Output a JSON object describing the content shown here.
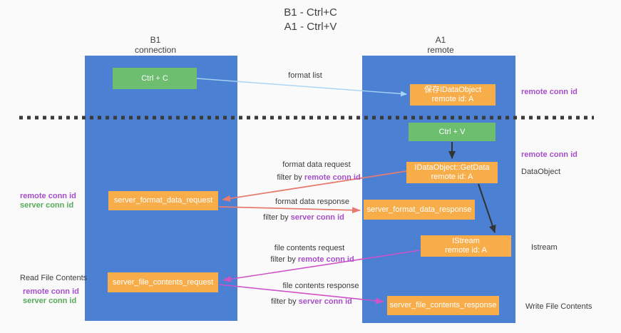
{
  "title": {
    "line1": "B1 - Ctrl+C",
    "line2": "A1 - Ctrl+V"
  },
  "lifelines": {
    "left": {
      "title": "B1",
      "subtitle": "connection"
    },
    "right": {
      "title": "A1",
      "subtitle": "remote"
    }
  },
  "nodes": {
    "ctrl_c": {
      "label": "Ctrl + C"
    },
    "ctrl_v": {
      "label": "Ctrl + V"
    },
    "save_idataobject": {
      "line1": "保存IDataObject",
      "line2": "remote id: A"
    },
    "idataobject_getdata": {
      "line1": "IDataObject::GetData",
      "line2": "remote id: A"
    },
    "istream": {
      "line1": "IStream",
      "line2": "remote id: A"
    },
    "server_format_data_request": {
      "label": "server_format_data_request"
    },
    "server_format_data_response": {
      "label": "server_format_data_response"
    },
    "server_file_contents_request": {
      "label": "server_file_contents_request"
    },
    "server_file_contents_response": {
      "label": "server_file_contents_response"
    }
  },
  "labels": {
    "format_list": "format list",
    "remote_conn_id": "remote conn id",
    "server_conn_id": "server conn id",
    "dataobject": "DataObject",
    "istream": "Istream",
    "write_file_contents": "Write File Contents",
    "read_file_contents": "Read File Contents",
    "format_data_request": "format data request",
    "format_data_response": "format data response",
    "file_contents_request": "file contents request",
    "file_contents_response": "file contents response",
    "filter_by": "filter by"
  },
  "colors": {
    "lifeline_blue": "#4c80d3",
    "node_orange": "#f8ad4b",
    "node_green": "#6dbe6f",
    "arrow_red": "#e77c6e",
    "arrow_magenta": "#cf52c8",
    "arrow_blue": "#a5d3f3",
    "arrow_black": "#333333",
    "text_purple": "#a64ec9",
    "text_green": "#58aa58",
    "background": "#fafafa"
  }
}
